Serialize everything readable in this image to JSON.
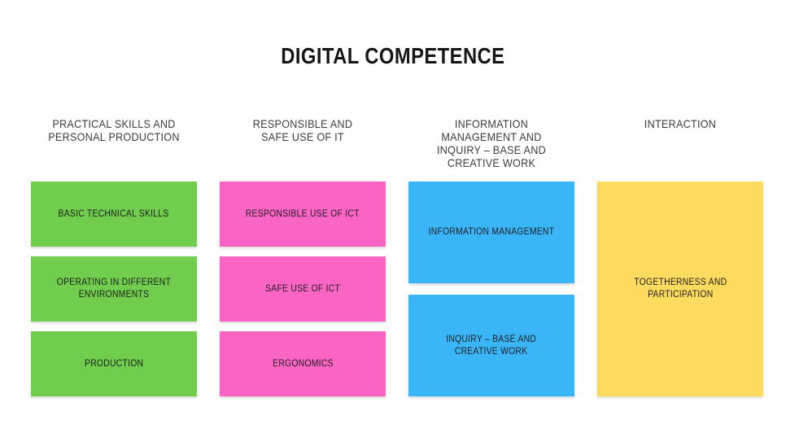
{
  "title": "DIGITAL COMPETENCE",
  "palette": {
    "green": "#70CD4D",
    "pink": "#F964C5",
    "blue": "#39B5F8",
    "yellow": "#FDDB5E",
    "title_text": "#161616",
    "header_text": "#3B3B3B",
    "box_text": "#1E1E1E",
    "background": "#FFFFFF"
  },
  "columns": [
    {
      "header": "PRACTICAL SKILLS AND\nPERSONAL PRODUCTION",
      "color": "#70CD4D",
      "boxes": [
        "BASIC TECHNICAL SKILLS",
        "OPERATING IN DIFFERENT\nENVIRONMENTS",
        "PRODUCTION"
      ]
    },
    {
      "header": "RESPONSIBLE AND\nSAFE USE OF IT",
      "color": "#F964C5",
      "boxes": [
        "RESPONSIBLE USE OF ICT",
        "SAFE USE OF ICT",
        "ERGONOMICS"
      ]
    },
    {
      "header": "INFORMATION\nMANAGEMENT AND\nINQUIRY – BASE AND\nCREATIVE WORK",
      "color": "#39B5F8",
      "boxes": [
        "INFORMATION MANAGEMENT",
        "INQUIRY – BASE AND\nCREATIVE WORK"
      ]
    },
    {
      "header": "INTERACTION",
      "color": "#FDDB5E",
      "boxes": [
        "TOGETHERNESS AND\nPARTICIPATION"
      ]
    }
  ]
}
